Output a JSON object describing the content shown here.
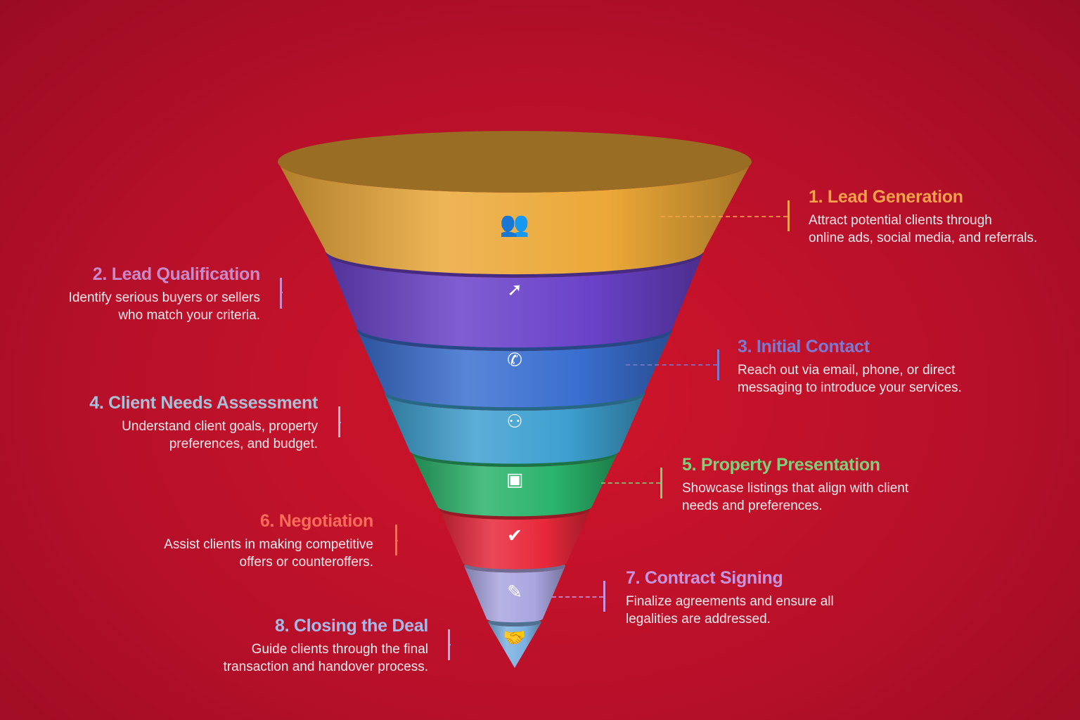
{
  "steps": [
    {
      "title": "1. Lead Generation",
      "description": [
        "Attract potential clients through",
        "online ads, social media, and referrals."
      ],
      "color": "#f7a14a",
      "fill": "#eba838",
      "icon": "funnel-people-icon",
      "side": "right"
    },
    {
      "title": "2. Lead Qualification",
      "description": [
        "Identify serious buyers or sellers",
        "who match your criteria."
      ],
      "color": "#c98ac9",
      "fill": "#6a42c9",
      "icon": "target-arrow-icon",
      "side": "left"
    },
    {
      "title": "3. Initial Contact",
      "description": [
        "Reach out via email, phone, or direct",
        "messaging to introduce your services."
      ],
      "color": "#7d78d0",
      "fill": "#3a6fd0",
      "icon": "phone-icon",
      "side": "right"
    },
    {
      "title": "4. Client Needs Assessment",
      "description": [
        "Understand client goals, property",
        "preferences, and budget."
      ],
      "color": "#a9c0d8",
      "fill": "#3ea0d0",
      "icon": "org-chart-icon",
      "side": "left"
    },
    {
      "title": "5. Property Presentation",
      "description": [
        "Showcase listings that align with client",
        "needs and preferences."
      ],
      "color": "#7fcf7a",
      "fill": "#2ab36a",
      "icon": "presentation-board-icon",
      "side": "right"
    },
    {
      "title": "6. Negotiation",
      "description": [
        "Assist clients in making competitive",
        "offers or counteroffers."
      ],
      "color": "#ff6b5a",
      "fill": "#e8283a",
      "icon": "handshake-check-icon",
      "side": "left"
    },
    {
      "title": "7. Contract Signing",
      "description": [
        "Finalize agreements and ensure all",
        "legalities are addressed."
      ],
      "color": "#c794e0",
      "fill": "#a9a6e0",
      "icon": "document-sign-icon",
      "side": "right"
    },
    {
      "title": "8. Closing the Deal",
      "description": [
        "Guide clients through the final",
        "transaction and handover process."
      ],
      "color": "#a7b9e8",
      "fill": "#7bb0e0",
      "icon": "handshake-icon",
      "side": "left"
    }
  ]
}
